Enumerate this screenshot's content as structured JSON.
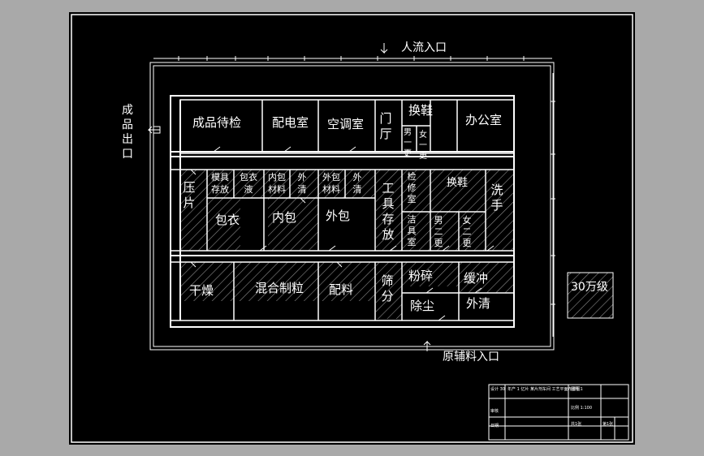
{
  "entrances": {
    "people": "人流入口",
    "materials": "原辅料入口",
    "product_exit": "成品出口"
  },
  "rooms": {
    "finished_inspect": "成品待检",
    "power_room": "配电室",
    "ac_room": "空调室",
    "hall": "门厅",
    "shoe_change_1": "换鞋",
    "male_change_1": "男一更",
    "female_change_1": "女一更",
    "office": "办公室",
    "tablet_press": "压片",
    "mold_storage": "模具存放",
    "coating_solution": "包衣液",
    "inner_pack_material": "内包材料",
    "outer_clean_1": "外清",
    "outer_pack_material": "外包材料",
    "outer_clean_2": "外清",
    "tool_storage": "工具存放",
    "repair_room": "检修室",
    "shoe_change_2": "换鞋",
    "wash_hand": "洗手",
    "coating": "包衣",
    "inner_pack": "内包",
    "outer_pack": "外包",
    "cleaning_tools": "洁具室",
    "male_change_2": "男二更",
    "female_change_2": "女二更",
    "drying": "干燥",
    "mix_granulate": "混合制粒",
    "batching": "配料",
    "sieving": "筛分",
    "crushing": "粉碎",
    "buffer": "缓冲",
    "dust_removal": "除尘",
    "outer_clean_3": "外清"
  },
  "legend": {
    "cleanliness_class": "30万级"
  },
  "title_block": {
    "cell_1": "设计 30",
    "cell_2": "年产 1 亿片 某片剂车间 工艺平面布置图",
    "cell_3": "图号 1",
    "cell_4": "审核",
    "cell_5": "比例 1:100",
    "cell_6": "日期",
    "cell_7": "共1张",
    "cell_8": "第1张"
  }
}
